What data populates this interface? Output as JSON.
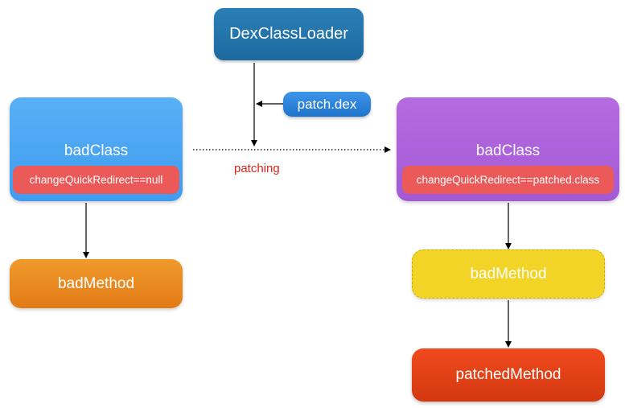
{
  "loader": {
    "label": "DexClassLoader"
  },
  "patch_file": {
    "label": "patch.dex"
  },
  "patch_action": {
    "label": "patching"
  },
  "original": {
    "class_label": "badClass",
    "redirect_label": "changeQuickRedirect==null",
    "method_label": "badMethod"
  },
  "patched": {
    "class_label": "badClass",
    "redirect_label": "changeQuickRedirect==patched.class",
    "method_label": "badMethod",
    "patched_method_label": "patchedMethod"
  },
  "colors": {
    "loader": "#1f6ea5",
    "patch_file": "#2a82dd",
    "original_class": "#4aa6f2",
    "patched_class": "#ab62db",
    "redirect": "#ec5959",
    "original_method": "#e8861f",
    "patched_bad_method": "#f2d426",
    "patched_method": "#e2411a",
    "patching_text": "#e2231a"
  }
}
